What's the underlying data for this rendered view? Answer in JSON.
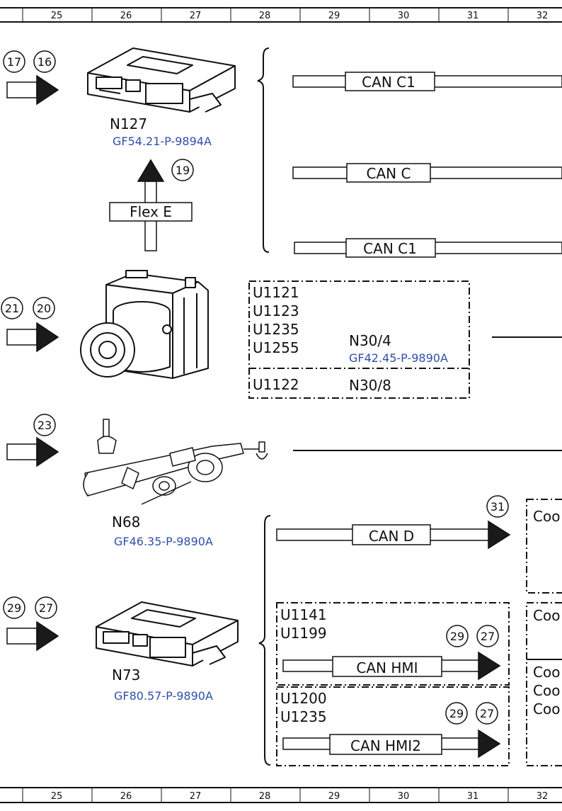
{
  "colors": {
    "reference_link": "#2f4fa8",
    "ink": "#111111"
  },
  "ruler_columns": [
    "25",
    "26",
    "27",
    "28",
    "29",
    "30",
    "31",
    "32"
  ],
  "components": {
    "n127": {
      "label": "N127",
      "ref": "GF54.21-P-9894A",
      "bubbles": [
        "17",
        "16"
      ],
      "up_bubble": "19",
      "bus_label": "Flex E"
    },
    "abs": {
      "bubbles": [
        "21",
        "20"
      ]
    },
    "n68": {
      "label": "N68",
      "ref": "GF46.35-P-9890A",
      "bubbles": [
        "23"
      ]
    },
    "n73": {
      "label": "N73",
      "ref": "GF80.57-P-9890A",
      "bubbles": [
        "29",
        "27"
      ]
    }
  },
  "buses_top": [
    "CAN C1",
    "CAN C",
    "CAN C1"
  ],
  "fault_box_1": {
    "codes": [
      "U1121",
      "U1123",
      "U1235",
      "U1255"
    ],
    "module": "N30/4",
    "ref": "GF42.45-P-9890A",
    "lower_code": "U1122",
    "lower_module": "N30/8"
  },
  "bus_d": {
    "label": "CAN D",
    "bubble": "31"
  },
  "hmi_box_1": {
    "codes": [
      "U1141",
      "U1199"
    ],
    "bus_label": "CAN HMI",
    "bubbles": [
      "29",
      "27"
    ]
  },
  "hmi_box_2": {
    "codes": [
      "U1200",
      "U1235"
    ],
    "bus_label": "CAN HMI2",
    "bubbles": [
      "29",
      "27"
    ]
  },
  "right_partial": [
    "Coo",
    "Coo",
    "Coo",
    "Coo",
    "Coo"
  ]
}
